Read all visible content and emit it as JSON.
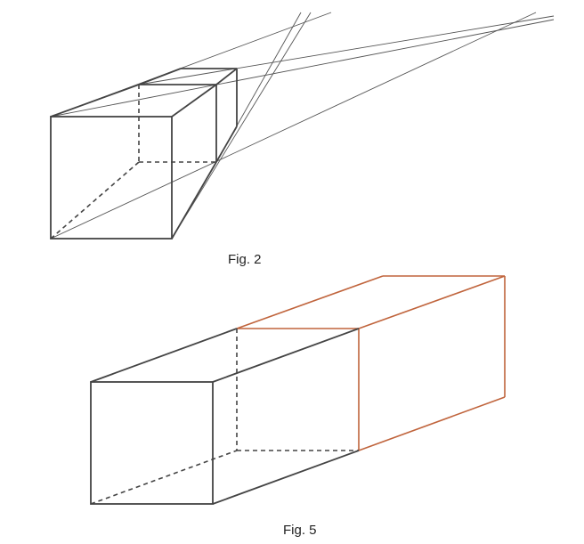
{
  "figures": [
    {
      "id": "fig2",
      "caption": "Fig. 2"
    },
    {
      "id": "fig5",
      "caption": "Fig. 5"
    }
  ],
  "colors": {
    "edge": "#444444",
    "construction": "#555555",
    "extension": "#c0643c",
    "caption_text": "#222222"
  }
}
